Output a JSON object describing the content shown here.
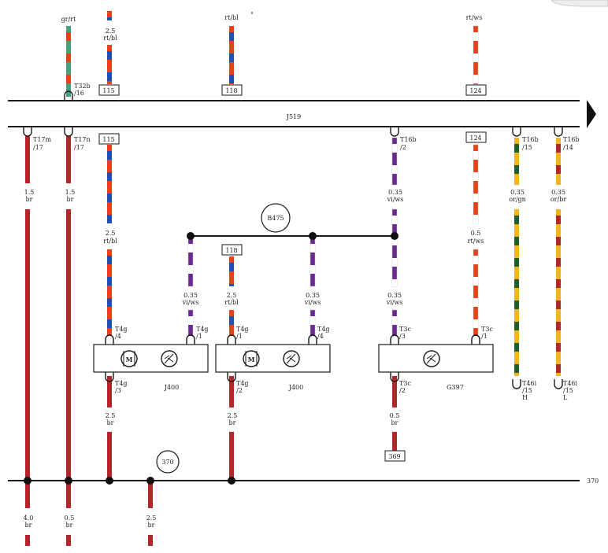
{
  "colors": {
    "br": "#b3262a",
    "rt": "#e8421b",
    "bl": "#1f50b8",
    "ws": "#ffffff",
    "vi": "#6a2a8f",
    "or": "#f2b51a",
    "gn": "#1d5e2a",
    "gr": "#48a07a"
  },
  "bus_labels": {
    "top_center": "J519",
    "bottom_right": "370"
  },
  "wires": [
    {
      "id": "w_grrt",
      "colors": [
        "gr",
        "rt"
      ],
      "top_label": "gr/rt"
    },
    {
      "id": "w_115_top",
      "colors": [
        "rt",
        "bl"
      ],
      "size": "2.5",
      "code": "rt/bl"
    },
    {
      "id": "w_118_top",
      "colors": [
        "rt",
        "bl"
      ],
      "code": "rt/bl"
    },
    {
      "id": "w_124_top",
      "colors": [
        "rt",
        "ws"
      ],
      "code": "rt/ws"
    },
    {
      "id": "w_t17m",
      "colors": [
        "br"
      ],
      "size": "1.5",
      "code": "br",
      "connector": "T17m",
      "pin": "/17"
    },
    {
      "id": "w_t17n",
      "colors": [
        "br"
      ],
      "size": "1.5",
      "code": "br",
      "connector": "T17n",
      "pin": "/17"
    },
    {
      "id": "w_115",
      "colors": [
        "rt",
        "bl"
      ],
      "size": "2.5",
      "code": "rt/bl"
    },
    {
      "id": "w_t16b2",
      "colors": [
        "vi",
        "ws"
      ],
      "size": "0.35",
      "code": "vi/ws",
      "connector": "T16b",
      "pin": "/2"
    },
    {
      "id": "w_124",
      "colors": [
        "rt",
        "ws"
      ],
      "size": "0.5",
      "code": "rt/ws"
    },
    {
      "id": "w_t16b15",
      "colors": [
        "or",
        "gn"
      ],
      "size": "0.35",
      "code": "or/gn",
      "connector": "T16b",
      "pin": "/15"
    },
    {
      "id": "w_t16b14",
      "colors": [
        "or",
        "br"
      ],
      "size": "0.35",
      "code": "or/br",
      "connector": "T16b",
      "pin": "/14"
    },
    {
      "id": "w_j400a_vi",
      "colors": [
        "vi",
        "ws"
      ],
      "size": "0.35",
      "code": "vi/ws"
    },
    {
      "id": "w_118",
      "colors": [
        "rt",
        "bl"
      ],
      "size": "2.5",
      "code": "rt/bl"
    },
    {
      "id": "w_j400b_vi",
      "colors": [
        "vi",
        "ws"
      ],
      "size": "0.35",
      "code": "vi/ws"
    },
    {
      "id": "w_g397_vi",
      "colors": [
        "vi",
        "ws"
      ],
      "size": "0.35",
      "code": "vi/ws"
    },
    {
      "id": "w_j400a_gnd",
      "colors": [
        "br"
      ],
      "size": "2.5",
      "code": "br"
    },
    {
      "id": "w_j400b_gnd",
      "colors": [
        "br"
      ],
      "size": "2.5",
      "code": "br"
    },
    {
      "id": "w_g397_out",
      "colors": [
        "br"
      ],
      "size": "0.5",
      "code": "br"
    },
    {
      "id": "w_g1",
      "colors": [
        "br"
      ],
      "size": "4.0",
      "code": "br"
    },
    {
      "id": "w_g2",
      "colors": [
        "br"
      ],
      "size": "0.5",
      "code": "br"
    },
    {
      "id": "w_g3",
      "colors": [
        "br"
      ],
      "size": "2.5",
      "code": "br"
    }
  ],
  "connectors_top": [
    {
      "id": "t32b",
      "name": "T32b",
      "pin": "/16"
    }
  ],
  "refs": [
    {
      "id": "r115a",
      "label": "115"
    },
    {
      "id": "r118a",
      "label": "118"
    },
    {
      "id": "r124a",
      "label": "124"
    },
    {
      "id": "r115b",
      "label": "115"
    },
    {
      "id": "r124b",
      "label": "124"
    },
    {
      "id": "r118b",
      "label": "118"
    },
    {
      "id": "r369",
      "label": "369"
    }
  ],
  "circles": [
    {
      "id": "c_b475",
      "label": "B475"
    },
    {
      "id": "c_370",
      "label": "370"
    }
  ],
  "components": [
    {
      "id": "j400a",
      "name": "J400"
    },
    {
      "id": "j400b",
      "name": "J400"
    },
    {
      "id": "g397",
      "name": "G397"
    }
  ],
  "pins": [
    {
      "id": "p1",
      "conn": "T4g",
      "pin": "/4"
    },
    {
      "id": "p2",
      "conn": "T4g",
      "pin": "/1"
    },
    {
      "id": "p3",
      "conn": "T4g",
      "pin": "/3"
    },
    {
      "id": "p4",
      "conn": "T4g",
      "pin": "/1"
    },
    {
      "id": "p5",
      "conn": "T4g",
      "pin": "/4"
    },
    {
      "id": "p6",
      "conn": "T4g",
      "pin": "/2"
    },
    {
      "id": "p7",
      "conn": "T3c",
      "pin": "/3"
    },
    {
      "id": "p8",
      "conn": "T3c",
      "pin": "/1"
    },
    {
      "id": "p9",
      "conn": "T3c",
      "pin": "/2"
    },
    {
      "id": "p10",
      "conn": "T46i",
      "pin": "/15",
      "suffix": "H"
    },
    {
      "id": "p11",
      "conn": "T46i",
      "pin": "/15",
      "suffix": "L"
    }
  ]
}
